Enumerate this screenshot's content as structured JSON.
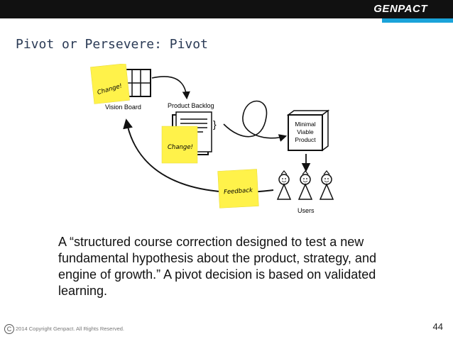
{
  "header": {
    "brand": "GENPACT"
  },
  "slide": {
    "title": "Pivot or Persevere: Pivot",
    "quote": "A “structured course correction designed to test a new fundamental hypothesis about the product, strategy, and engine of growth.” A pivot decision is based on validated learning."
  },
  "diagram": {
    "vision_board": "Vision Board",
    "product_backlog": "Product Backlog",
    "mvp_line1": "Minimal",
    "mvp_line2": "Viable",
    "mvp_line3": "Product",
    "users": "Users",
    "note_top": "Change!",
    "note_middle": "Change!",
    "note_feedback": "Feedback"
  },
  "footer": {
    "copyright_symbol": "C",
    "copyright": "2014 Copyright Genpact. All Rights Reserved.",
    "page_number": "44"
  },
  "colors": {
    "topbar": "#111111",
    "accent": "#1aa3d9",
    "sticky_note": "#fff24a"
  }
}
